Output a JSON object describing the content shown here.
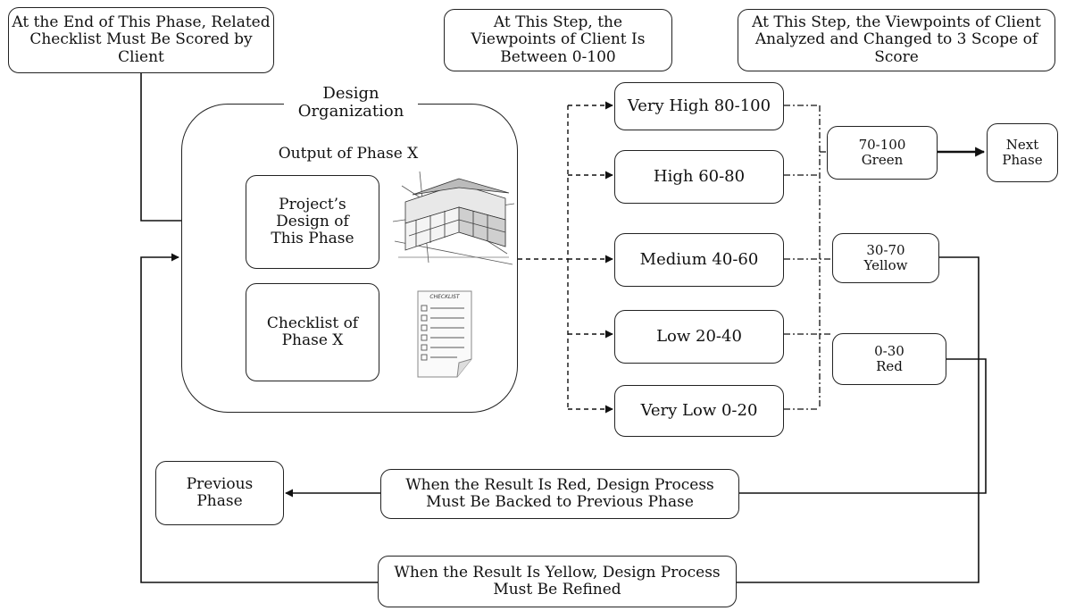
{
  "notes": {
    "end_of_phase": "At the End of This Phase, Related\nChecklist Must Be Scored by\nClient",
    "step_viewpoints": "At This Step, the\nViewpoints of Client Is\nBetween 0-100",
    "step_analyzed": "At This Step, the Viewpoints of Client\nAnalyzed and Changed to 3 Scope of\nScore"
  },
  "organization": {
    "title": "Design\nOrganization",
    "output_label": "Output of Phase X",
    "project_design": "Project’s\nDesign of\nThis Phase",
    "checklist": "Checklist of\nPhase X",
    "checklist_icon_label": "CHECKLIST"
  },
  "levels": [
    {
      "label": "Very High 80-100"
    },
    {
      "label": "High 60-80"
    },
    {
      "label": "Medium 40-60"
    },
    {
      "label": "Low 20-40"
    },
    {
      "label": "Very Low 0-20"
    }
  ],
  "scopes": {
    "green": "70-100\nGreen",
    "yellow": "30-70\nYellow",
    "red": "0-30\nRed"
  },
  "next_phase": "Next\nPhase",
  "previous_phase": "Previous\nPhase",
  "red_result": "When the Result Is Red, Design Process\nMust Be Backed to Previous Phase",
  "yellow_result": "When the Result Is Yellow, Design Process\nMust Be Refined"
}
